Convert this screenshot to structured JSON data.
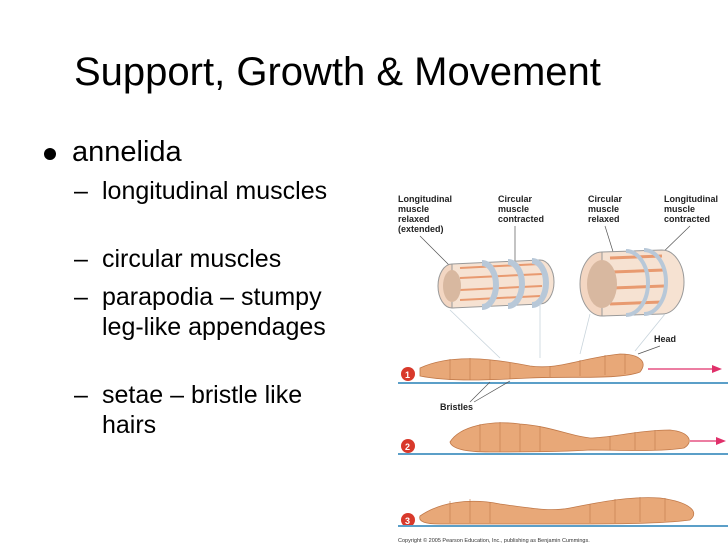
{
  "slide": {
    "title": "Support, Growth & Movement",
    "bullet": "annelida",
    "sub_items": [
      "longitudinal muscles",
      "circular muscles",
      "parapodia – stumpy leg-like appendages",
      "setae – bristle like hairs"
    ],
    "dash": "–"
  },
  "figure": {
    "labels": {
      "long_relaxed": [
        "Longitudinal",
        "muscle",
        "relaxed",
        "(extended)"
      ],
      "circ_contracted": [
        "Circular",
        "muscle",
        "contracted"
      ],
      "circ_relaxed": [
        "Circular",
        "muscle",
        "relaxed"
      ],
      "long_contracted": [
        "Longitudinal",
        "muscle",
        "contracted"
      ],
      "head": "Head",
      "bristles": "Bristles",
      "step1": "1",
      "step2": "2",
      "step3": "3",
      "copyright": "Copyright © 2005 Pearson Education, Inc., publishing as Benjamin Cummings."
    },
    "colors": {
      "worm": "#e8a878",
      "worm_dark": "#c07848",
      "ground": "#5b9fc8",
      "arrow": "#e0306a",
      "step_badge": "#d8392b",
      "band_circ": "#b8c8d8",
      "band_long": "#e89a70"
    }
  }
}
